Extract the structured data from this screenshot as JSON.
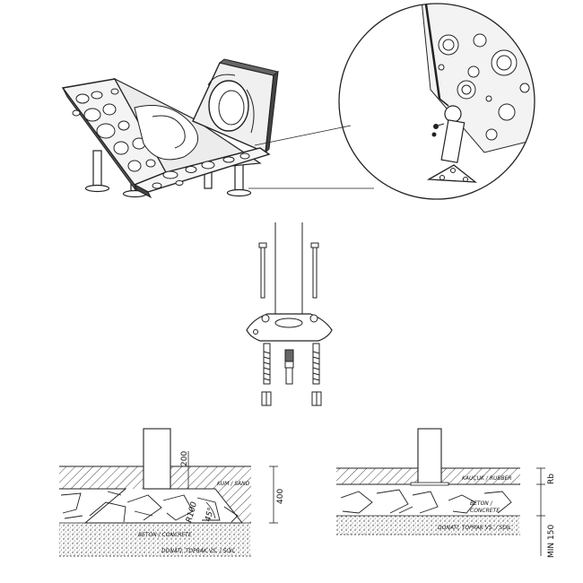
{
  "diagram": {
    "install_left": {
      "layer_top": "KUM / SAND",
      "layer_mid": "BETON / CONCRETE",
      "layer_bottom": "DONATI, TOPRAK VS. / SOIL",
      "dim_post_embed": "200",
      "dim_depth": "400",
      "dim_radius": "R100",
      "dim_angle": "45°"
    },
    "install_right": {
      "layer_top": "KAUÇUK / RUBBER",
      "layer_mid_1": "BETON /",
      "layer_mid_2": "CONCRETE",
      "layer_bottom": "DONATI, TOPRAK VS. / SOIL",
      "dim_rubber": "Rb",
      "dim_min": "MIN 150"
    }
  }
}
